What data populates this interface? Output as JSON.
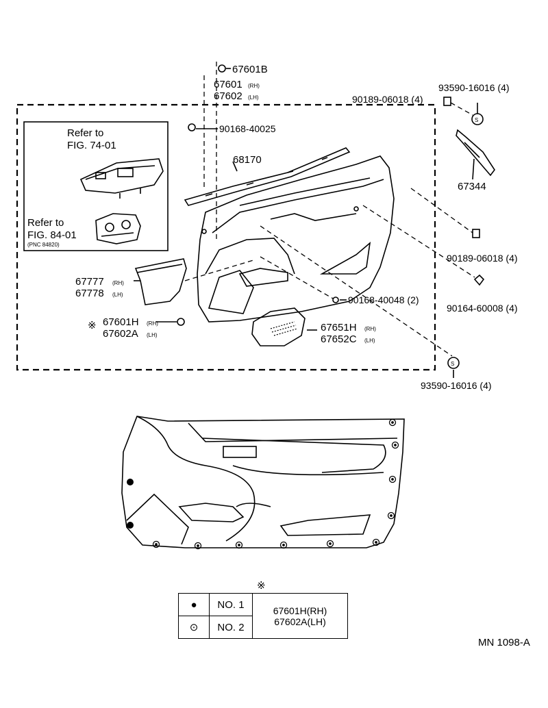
{
  "labels": {
    "p67601b": "67601B",
    "p67601rh": "67601",
    "p67602lh": "67602",
    "rh": "(RH)",
    "lh": "(LH)",
    "p90189_top": "90189-06018 (4)",
    "p93590_top": "93590-16016 (4)",
    "p90168_40025": "90168-40025",
    "p68170": "68170",
    "p67344": "67344",
    "p90189_mid": "90189-06018 (4)",
    "p90164": "90164-60008 (4)",
    "p90168_40048": "90168-40048 (2)",
    "p67777": "67777",
    "p67778": "67778",
    "p67601h": "67601H",
    "p67602a": "67602A",
    "p67651h": "67651H",
    "p67652c": "67652C",
    "p93590_bottom": "93590-16016 (4)",
    "asterisk": "※",
    "s_mark": "S"
  },
  "refs": {
    "ref1_line1": "Refer to",
    "ref1_line2": "FIG. 74-01",
    "ref2_line1": "Refer to",
    "ref2_line2": "FIG. 84-01",
    "ref2_pnc": "(PNC 84820)"
  },
  "legend": {
    "asterisk": "※",
    "rows": [
      {
        "symbol": "●",
        "label": "NO. 1"
      },
      {
        "symbol": "⊙",
        "label": "NO. 2"
      }
    ],
    "parts_line1": "67601H(RH)",
    "parts_line2": "67602A(LH)"
  },
  "footer_code": "MN 1098-A"
}
